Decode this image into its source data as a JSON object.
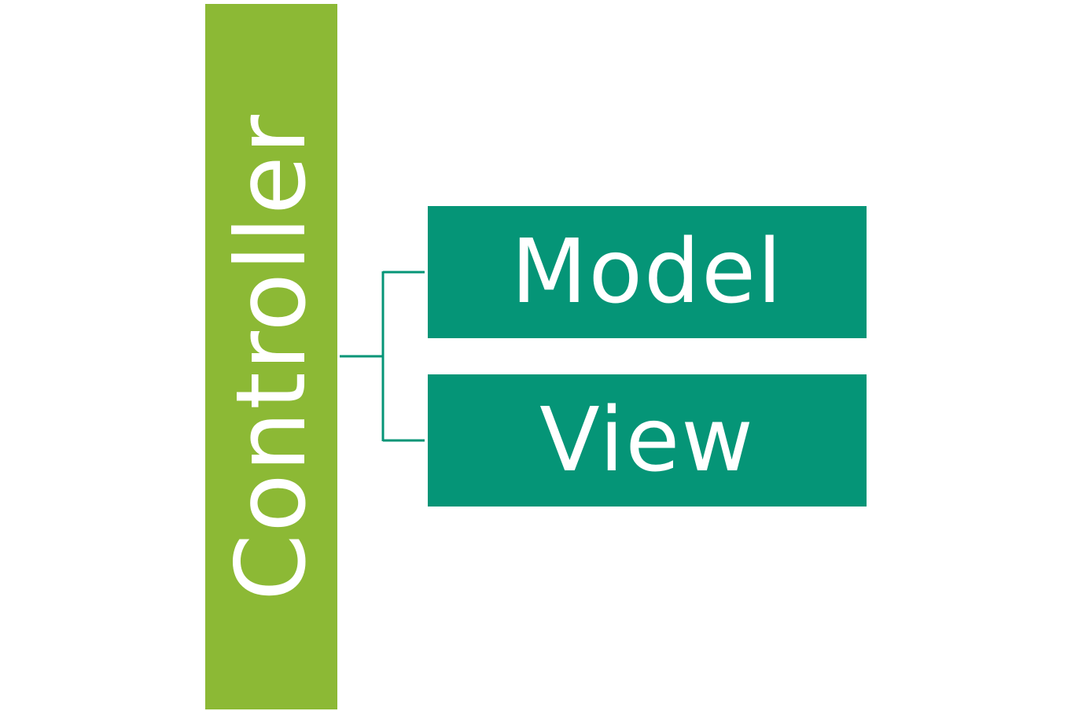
{
  "diagram": {
    "root": {
      "label": "Controller",
      "color": "#8cb935"
    },
    "children": [
      {
        "label": "Model",
        "color": "#059577"
      },
      {
        "label": "View",
        "color": "#059577"
      }
    ],
    "connector_color": "#059577"
  }
}
